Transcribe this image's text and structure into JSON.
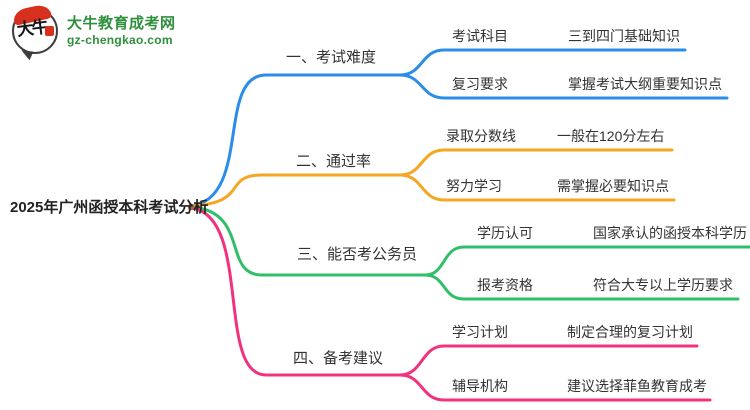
{
  "logo": {
    "icon_text": "大牛",
    "title": "大牛教育成考网",
    "subtitle": "gz-chengkao.com",
    "green": "#2e8f3c",
    "red": "#d7301f"
  },
  "mindmap": {
    "root": "2025年广州函授本科考试分析",
    "branches": [
      {
        "label": "一、考试难度",
        "color": "#2b8de8",
        "children": [
          {
            "label": "考试科目",
            "value": "三到四门基础知识"
          },
          {
            "label": "复习要求",
            "value": "掌握考试大纲重要知识点"
          }
        ]
      },
      {
        "label": "二、通过率",
        "color": "#f5a623",
        "children": [
          {
            "label": "录取分数线",
            "value": "一般在120分左右"
          },
          {
            "label": "努力学习",
            "value": "需掌握必要知识点"
          }
        ]
      },
      {
        "label": "三、能否考公务员",
        "color": "#2fbf68",
        "children": [
          {
            "label": "学历认可",
            "value": "国家承认的函授本科学历"
          },
          {
            "label": "报考资格",
            "value": "符合大专以上学历要求"
          }
        ]
      },
      {
        "label": "四、备考建议",
        "color": "#f0337f",
        "children": [
          {
            "label": "学习计划",
            "value": "制定合理的复习计划"
          },
          {
            "label": "辅导机构",
            "value": "建议选择菲鱼教育成考"
          }
        ]
      }
    ]
  }
}
